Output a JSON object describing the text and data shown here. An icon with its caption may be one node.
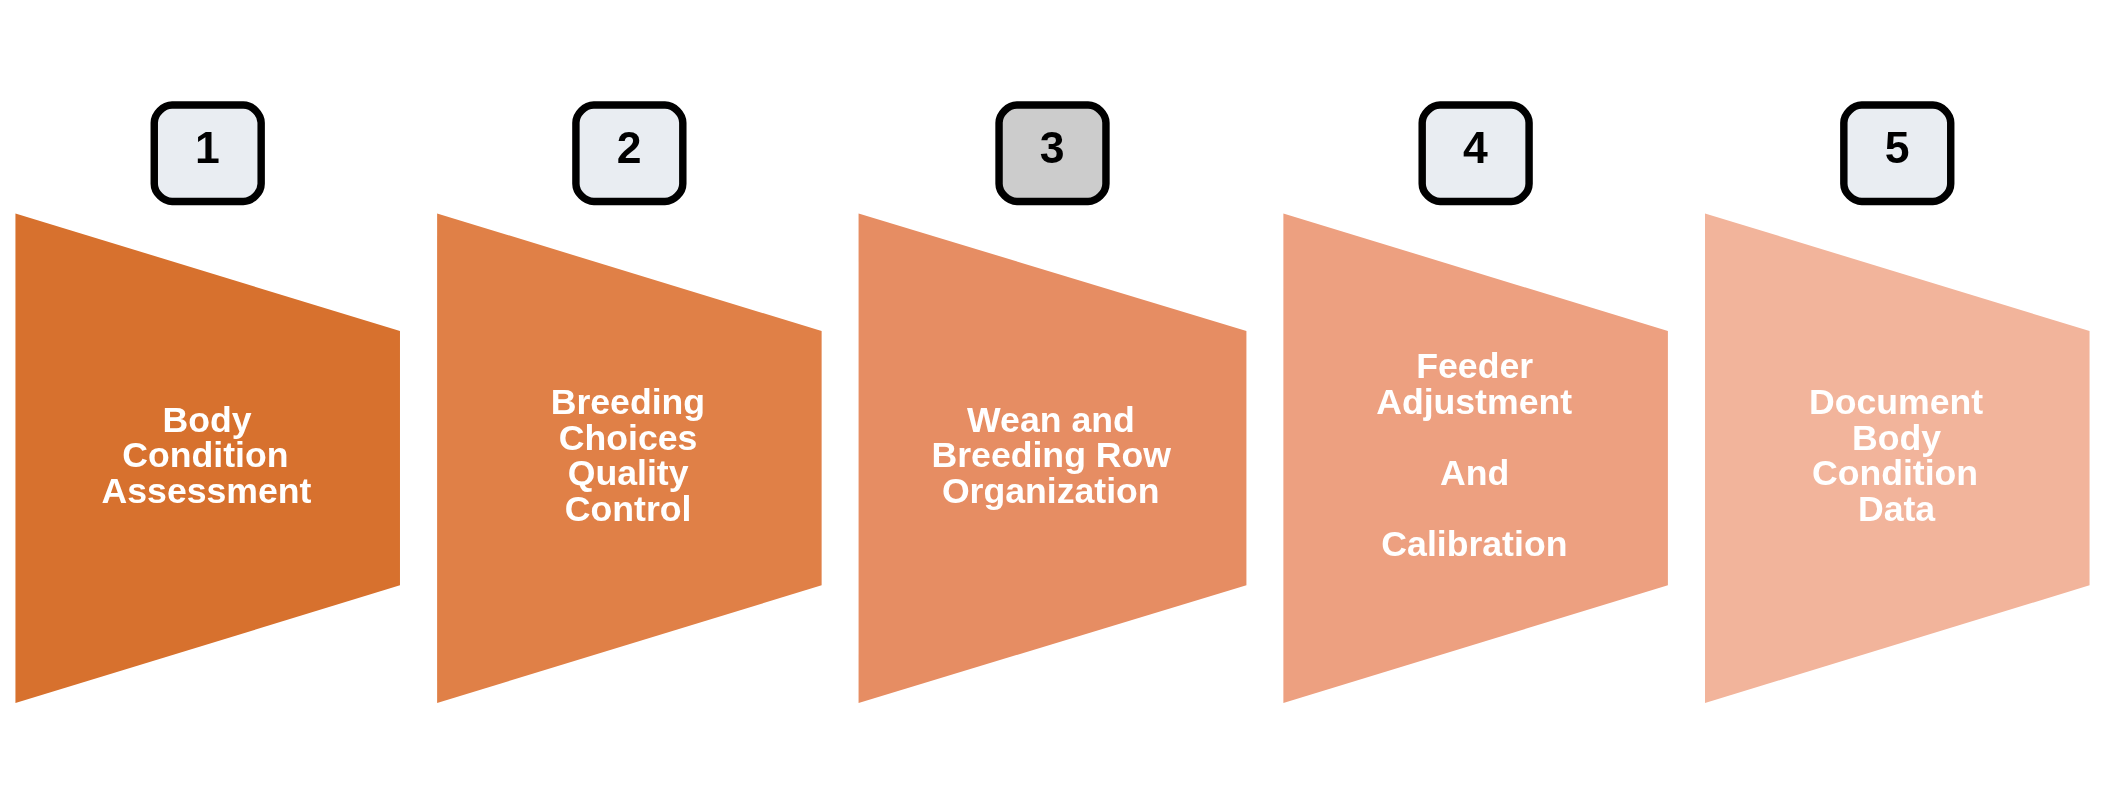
{
  "diagram": {
    "nodes": [
      {
        "text": [
          "1"
        ]
      },
      {
        "text": [
          "Body Condition Assessment"
        ]
      },
      {
        "text": [
          "2"
        ]
      },
      {
        "text": [
          "Breeding Choices Quality Control"
        ]
      },
      {
        "text": [
          "3"
        ]
      },
      {
        "text": [
          "Wean and Breeding Row Organization"
        ]
      },
      {
        "text": [
          "4"
        ]
      },
      {
        "text": [
          "Feeder Adjustment",
          "And",
          "Calibration"
        ]
      },
      {
        "text": [
          "5"
        ]
      },
      {
        "text": [
          "Document Body Condition Data"
        ]
      }
    ],
    "edges": []
  }
}
